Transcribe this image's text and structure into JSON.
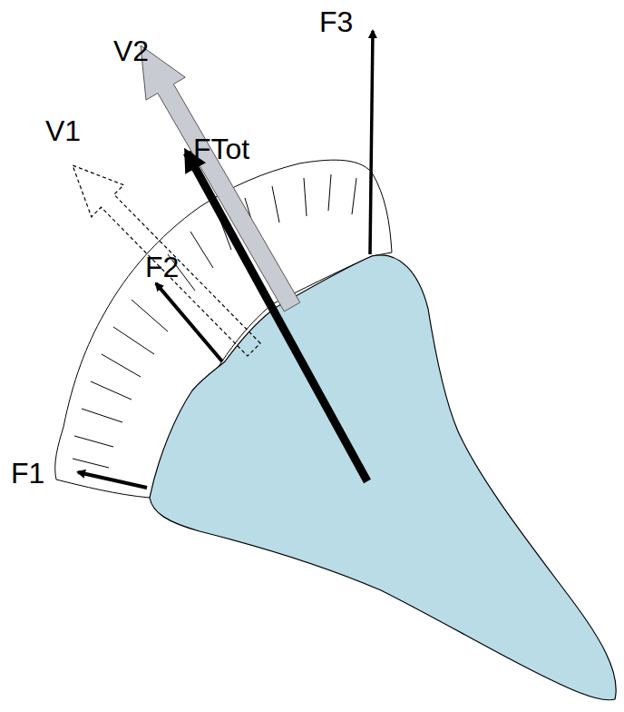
{
  "diagram": {
    "labels": [
      "V2",
      "F3",
      "FTot",
      "V1",
      "F2",
      "F1"
    ]
  }
}
